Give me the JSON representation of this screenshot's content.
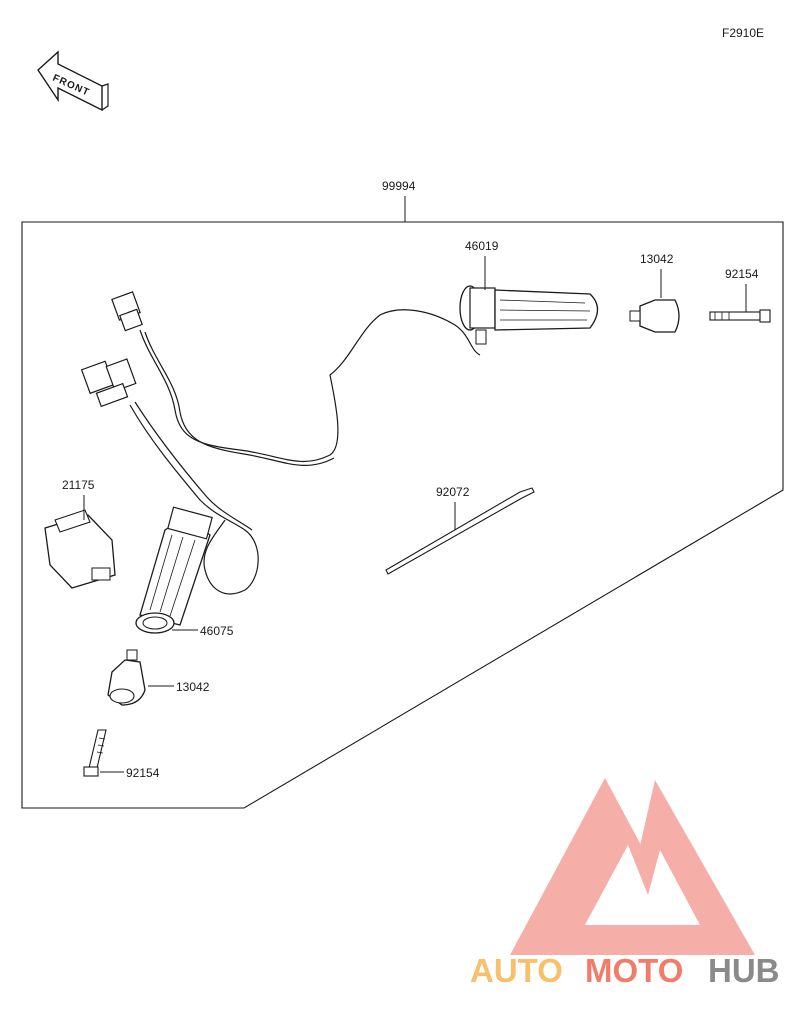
{
  "figure_code": "F2910E",
  "front_label": "FRONT",
  "kit_part": "99994",
  "parts": [
    {
      "id": "46019",
      "name": "grip-right"
    },
    {
      "id": "13042",
      "name": "weight-right"
    },
    {
      "id": "92154",
      "name": "bolt-right"
    },
    {
      "id": "92072",
      "name": "cable-tie"
    },
    {
      "id": "21175",
      "name": "controller"
    },
    {
      "id": "46075",
      "name": "grip-left"
    },
    {
      "id": "13042",
      "name": "weight-left"
    },
    {
      "id": "92154",
      "name": "bolt-left"
    }
  ],
  "watermark": {
    "part1": "AUTO",
    "part2": "MOTO",
    "part3": "HUB",
    "color1": "#f7c06a",
    "color2": "#f07c6a",
    "color3": "#8a8a8a",
    "logo_color": "#f08f88"
  }
}
